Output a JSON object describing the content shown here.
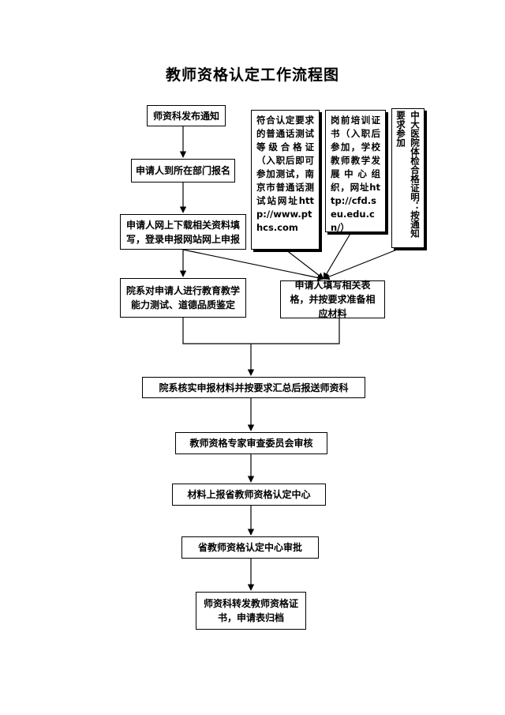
{
  "title": "教师资格认定工作流程图",
  "boxes": {
    "notice": "师资科发布通知",
    "register": "申请人到所在部门报名",
    "online": "申请人网上下载相关资料填写，登录申报网站网上申报",
    "dept_test": "院系对申请人进行教育教学能力测试、道德品质鉴定",
    "fill_forms": "申请人填写相关表格，并按要求准备相应材料",
    "mandarin": "符合认定要求的普通话测试等级合格证（入职后即可参加测试，南京市普通话测试站网址http://www.pthcs.com",
    "training": "岗前培训证书（入职后参加，学校教师教学发展中心组织，网址http://cfd.seu.edu.cn/）",
    "medical": "中大医院体检合格证明：按通知要求参加",
    "verify": "院系核实申报材料并按要求汇总后报送师资科",
    "committee": "教师资格专家审查委员会审核",
    "report": "材料上报省教师资格认定中心",
    "approve": "省教师资格认定中心审批",
    "issue": "师资科转发教师资格证书，申请表归档"
  }
}
